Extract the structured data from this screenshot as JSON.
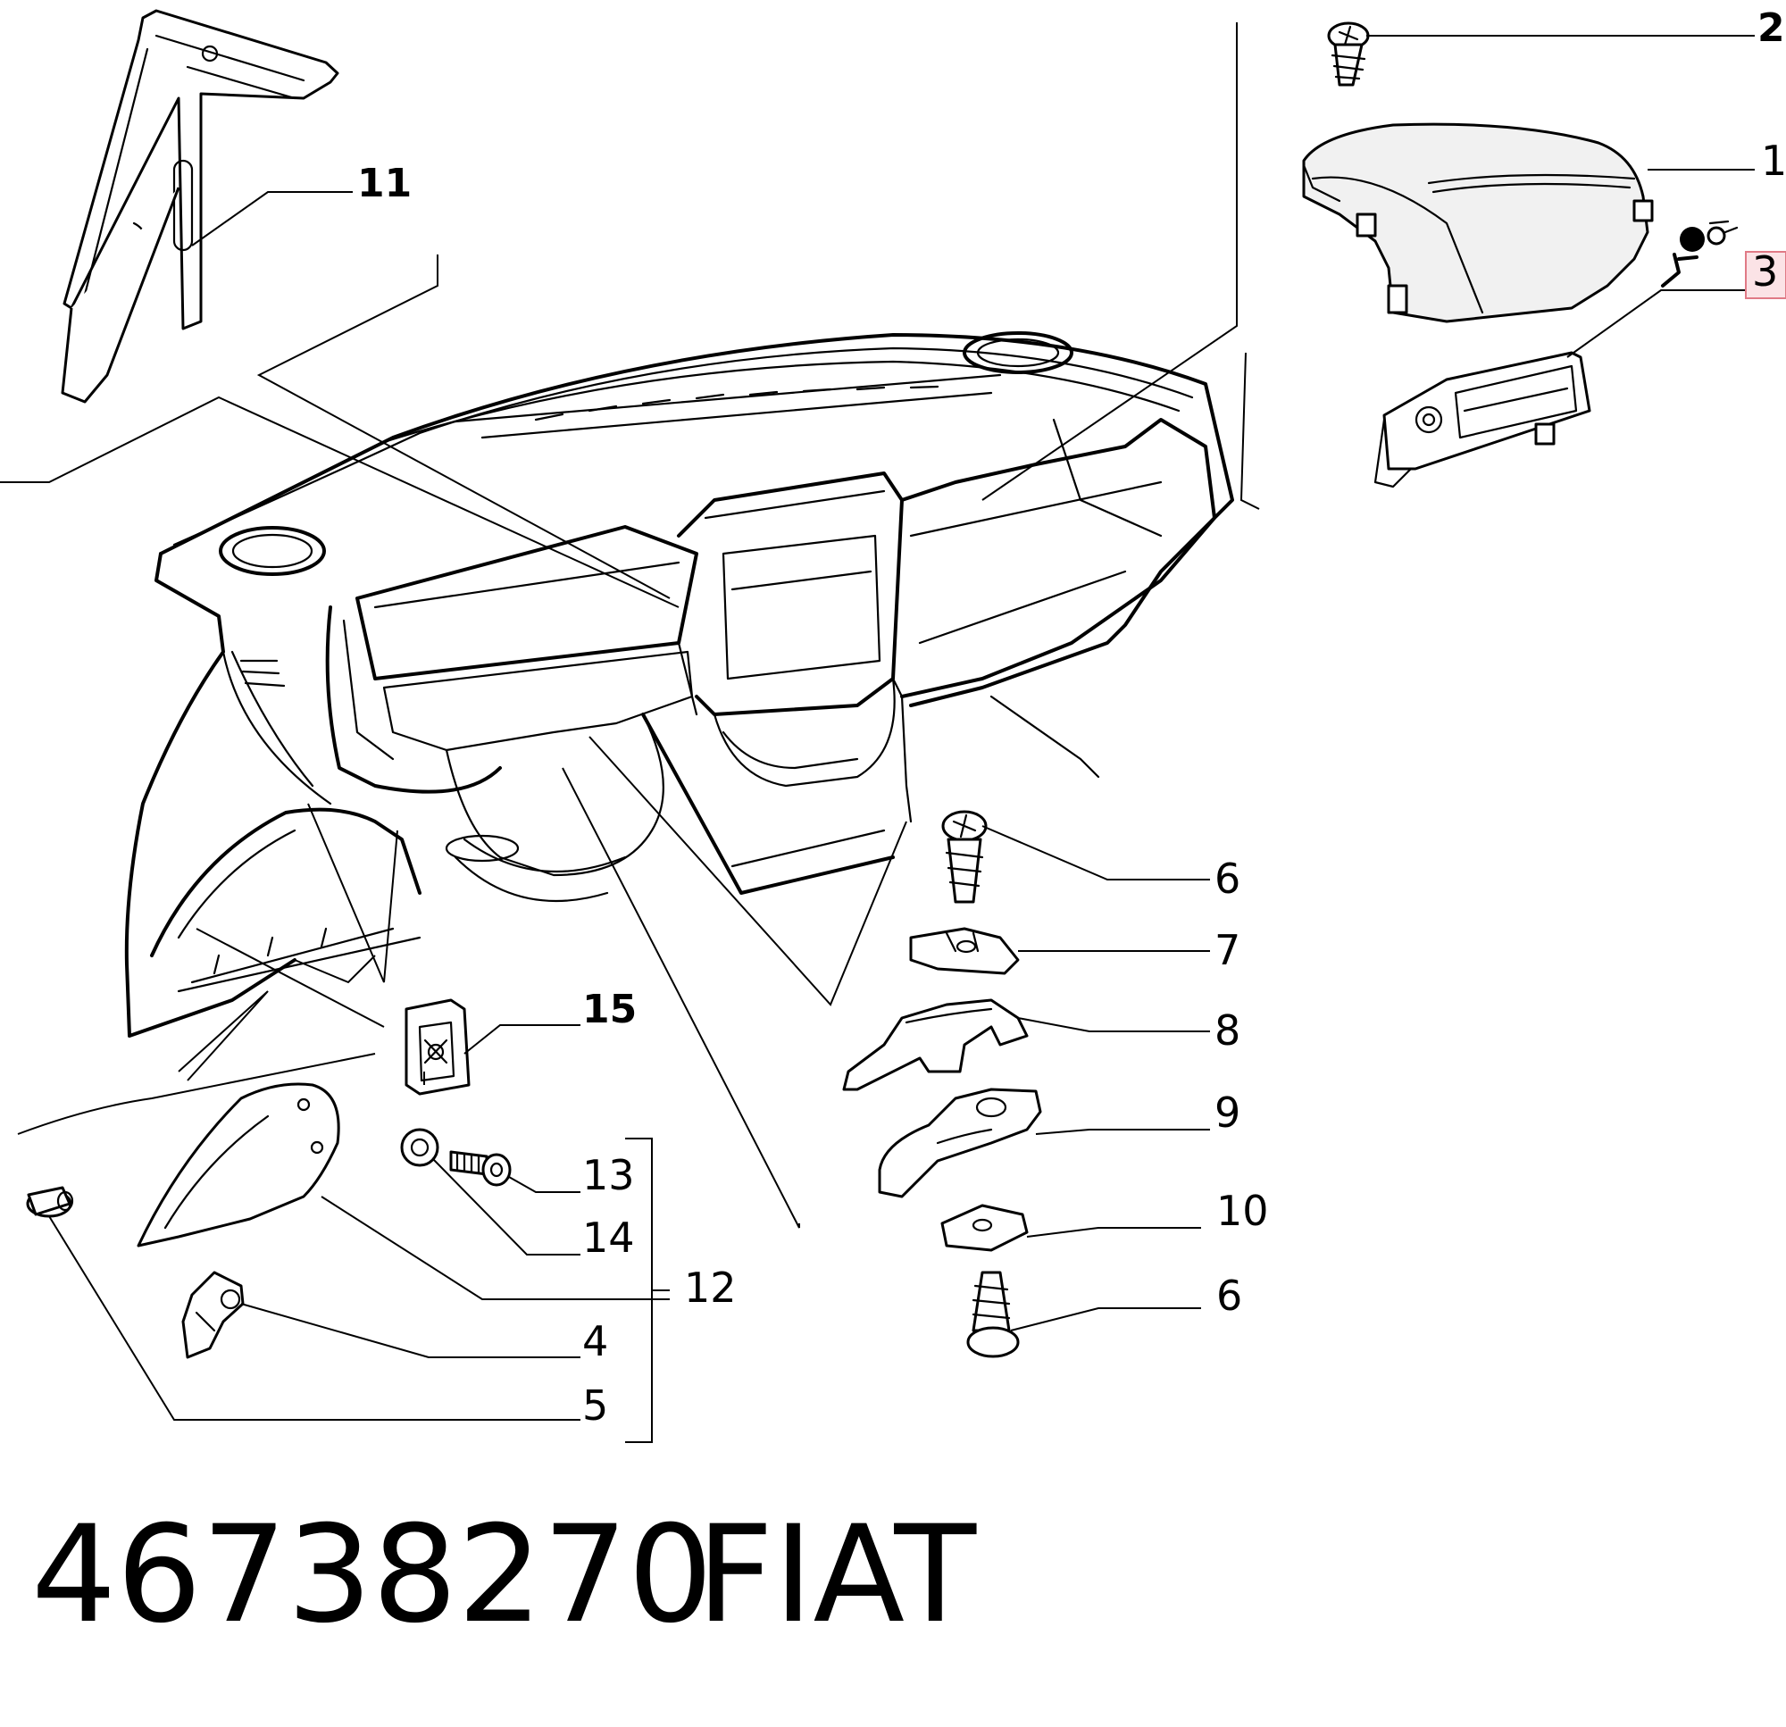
{
  "callouts": [
    {
      "id": "11",
      "label": "11"
    },
    {
      "id": "2",
      "label": "2"
    },
    {
      "id": "1",
      "label": "1"
    },
    {
      "id": "3",
      "label": "3"
    },
    {
      "id": "6a",
      "label": "6"
    },
    {
      "id": "7",
      "label": "7"
    },
    {
      "id": "8",
      "label": "8"
    },
    {
      "id": "15",
      "label": "15"
    },
    {
      "id": "9",
      "label": "9"
    },
    {
      "id": "13",
      "label": "13"
    },
    {
      "id": "10",
      "label": "10"
    },
    {
      "id": "14",
      "label": "14"
    },
    {
      "id": "12",
      "label": "12"
    },
    {
      "id": "6b",
      "label": "6"
    },
    {
      "id": "4",
      "label": "4"
    },
    {
      "id": "5",
      "label": "5"
    }
  ],
  "footer": {
    "part_number": "46738270",
    "brand": "FIAT"
  },
  "highlight": {
    "callout_id": "3",
    "color": "#e07a86"
  },
  "icons": {
    "airbag": "airbag-icon"
  }
}
